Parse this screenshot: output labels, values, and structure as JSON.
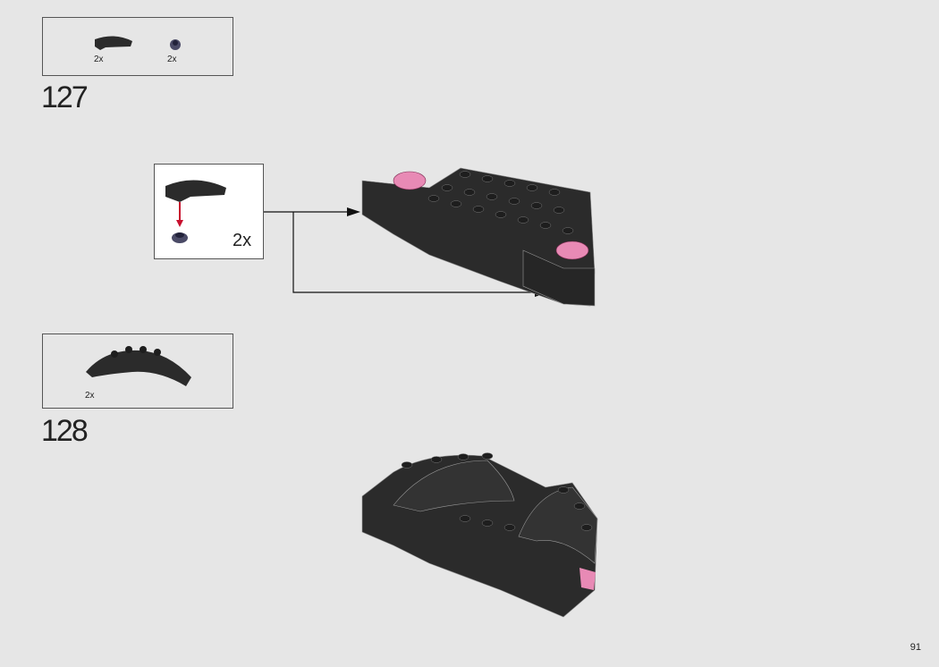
{
  "steps": [
    {
      "number": "127",
      "parts": [
        {
          "icon": "curved-slope-brick",
          "count": "2x"
        },
        {
          "icon": "round-plate",
          "count": "2x"
        }
      ],
      "sub_assembly": {
        "count": "2x"
      }
    },
    {
      "number": "128",
      "parts": [
        {
          "icon": "curved-wedge-brick",
          "count": "2x"
        }
      ]
    }
  ],
  "page_number": "91",
  "colors": {
    "brick": "#2b2b2b",
    "pink": "#e88ab5",
    "arrow_red": "#c8102e",
    "background": "#e6e6e6"
  }
}
